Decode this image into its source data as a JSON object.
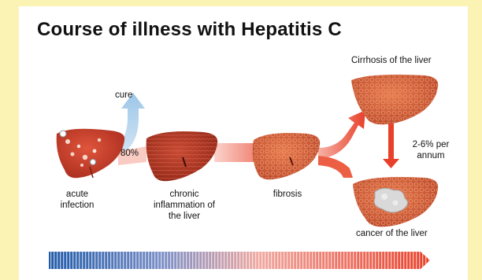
{
  "diagram": {
    "title": "Course of illness with Hepatitis C",
    "stages": {
      "acute": "acute infection",
      "chronic": "chronic inflammation of the liver",
      "fibrosis": "fibrosis",
      "cirrhosis": "Cirrhosis of the liver",
      "cancer": "cancer of the liver"
    },
    "outcomes": {
      "cure": "cure",
      "chronic_rate": "80%",
      "cancer_rate": "2-6% per annum"
    },
    "colors": {
      "background": "#fbf3b4",
      "cure_arrow": "#b9d8ef",
      "flow_arrow": "#f08a7a",
      "progression_arrow": "#e8402a",
      "liver": "#c8432e",
      "timeline_start": "#1f5aa8",
      "timeline_end": "#e8402a"
    }
  }
}
